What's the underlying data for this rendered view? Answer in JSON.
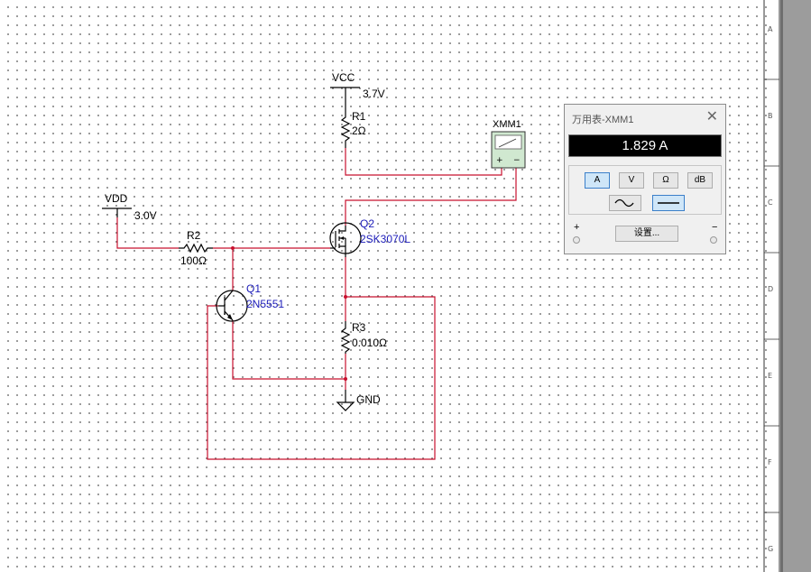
{
  "components": {
    "vcc": {
      "label": "VCC",
      "value": "3.7V"
    },
    "vdd": {
      "label": "VDD",
      "value": "3.0V"
    },
    "r1": {
      "ref": "R1",
      "value": "2Ω"
    },
    "r2": {
      "ref": "R2",
      "value": "100Ω"
    },
    "r3": {
      "ref": "R3",
      "value": "0.010Ω"
    },
    "q1": {
      "ref": "Q1",
      "model": "2N5551"
    },
    "q2": {
      "ref": "Q2",
      "model": "2SK3070L"
    },
    "gnd": {
      "label": "GND"
    },
    "xmm1": {
      "ref": "XMM1"
    }
  },
  "multimeter": {
    "title": "万用表-XMM1",
    "reading": "1.829 A",
    "mode_buttons": [
      "A",
      "V",
      "Ω",
      "dB"
    ],
    "active_mode": "A",
    "settings_label": "设置...",
    "plus": "+",
    "minus": "−"
  },
  "ruler": [
    "A",
    "B",
    "C",
    "D",
    "E",
    "F",
    "G"
  ],
  "colors": {
    "wire": "#c8102e",
    "part_label": "#1a1ab8",
    "display_bg": "#000000"
  }
}
